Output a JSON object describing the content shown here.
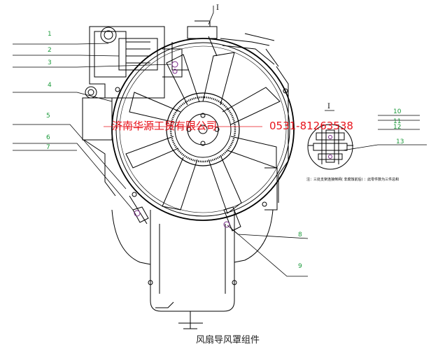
{
  "caption": "风扇导风罩组件",
  "watermark": {
    "company": "济南华源工贸有限公司",
    "phone": "0531-81263538"
  },
  "detail_view_label": "I",
  "top_view_label": "I",
  "note": "注：三处支架连接倒闸( 非腐蚀前后) ：此零件数为三件总和",
  "callouts": [
    "1",
    "2",
    "3",
    "4",
    "5",
    "6",
    "7",
    "8",
    "9",
    "10",
    "11",
    "12",
    "13"
  ],
  "colors": {
    "line": "#000000",
    "callout": "#1a9a3a",
    "watermark": "#e8141c",
    "accent": "#7a2a8a"
  }
}
